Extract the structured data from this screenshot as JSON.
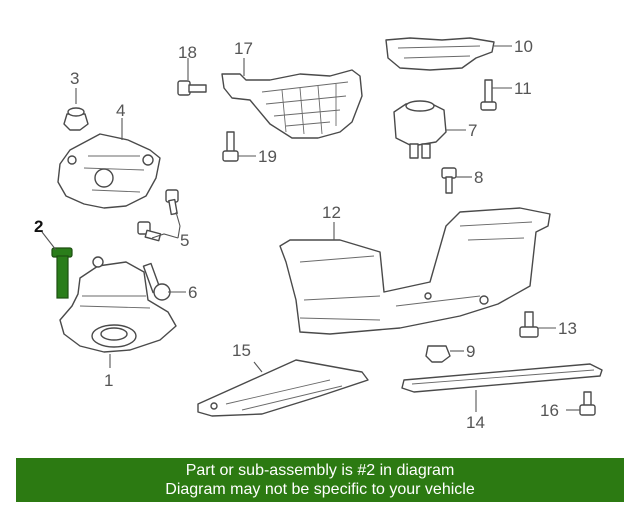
{
  "diagram": {
    "callouts": [
      "1",
      "2",
      "3",
      "4",
      "5",
      "6",
      "7",
      "8",
      "9",
      "10",
      "11",
      "12",
      "13",
      "14",
      "15",
      "16",
      "17",
      "18",
      "19"
    ],
    "highlight_part": "2",
    "highlight_color": "#2a7d1a"
  },
  "banner": {
    "line1": "Part or sub-assembly is #2 in diagram",
    "line2": "Diagram may not be specific to your vehicle",
    "background": "#2c7a12",
    "text_color": "#ffffff"
  }
}
